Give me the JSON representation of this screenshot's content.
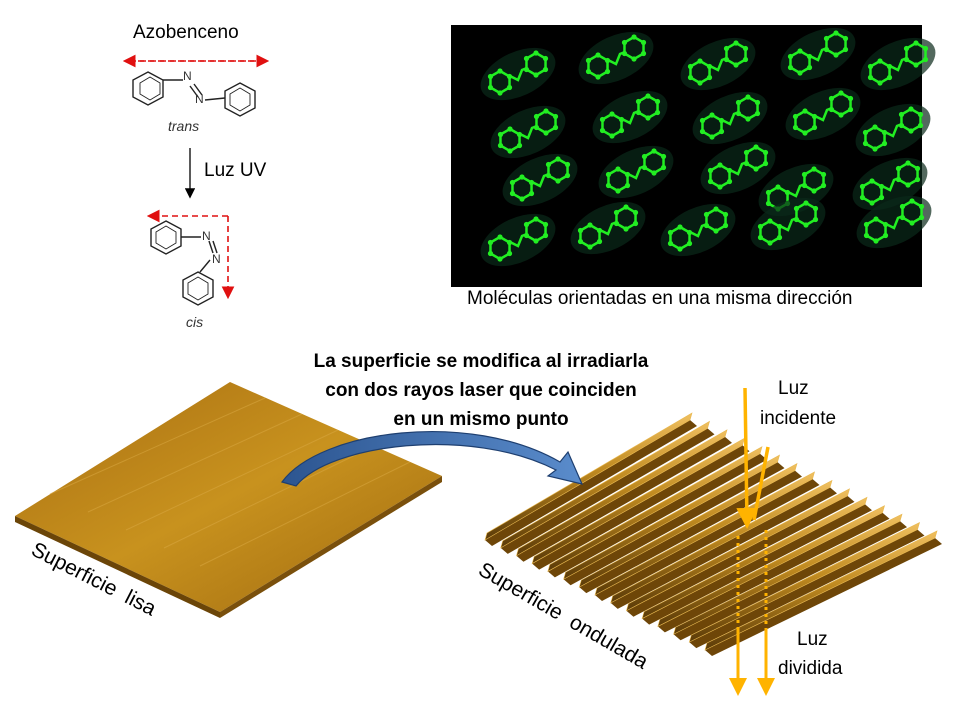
{
  "chemistry": {
    "title": "Azobenceno",
    "trans_label": "trans",
    "uv_label": "Luz UV",
    "cis_label": "cis",
    "atom_n": "N"
  },
  "molecules_panel": {
    "caption": "Moléculas orientadas en una misma dirección",
    "background": "#000000",
    "molecule_color": "#22ee22"
  },
  "process": {
    "line1": "La superficie se modifica al irradiarla",
    "line2": "con dos rayos laser que coinciden",
    "line3": "en un mismo punto"
  },
  "surfaces": {
    "smooth_label": "Superficie  lisa",
    "wavy_label": "Superficie  ondulada"
  },
  "light": {
    "incident_line1": "Luz",
    "incident_line2": "incidente",
    "divided_line1": "Luz",
    "divided_line2": "dividida",
    "color": "#ffb300"
  },
  "colors": {
    "red_arrow": "#e01010",
    "curve_arrow": "#3a6aaa",
    "surface": "#c08a20"
  }
}
